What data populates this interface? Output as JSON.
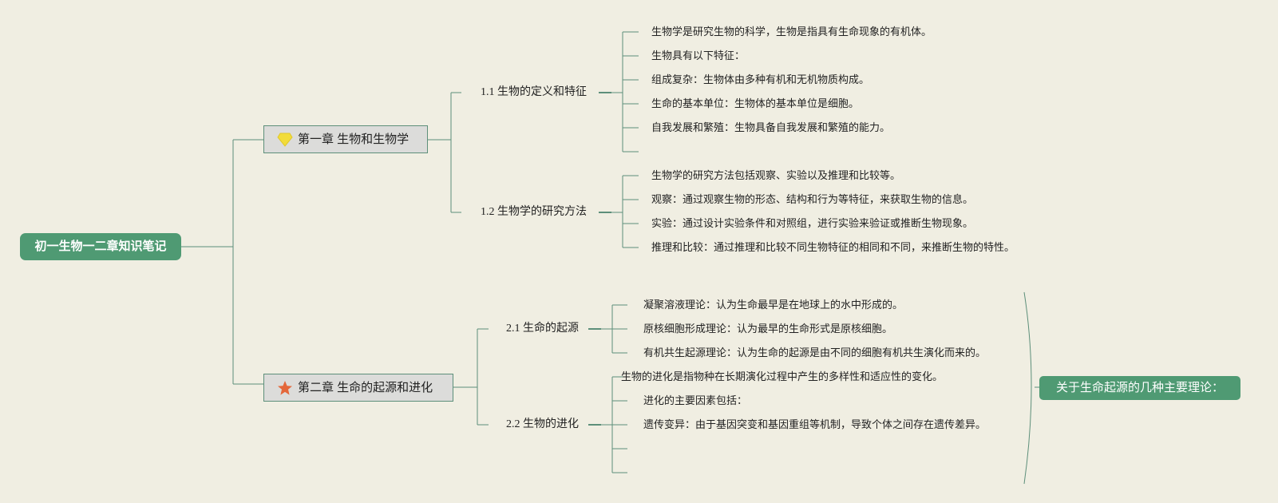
{
  "root": {
    "title": "初一生物一二章知识笔记"
  },
  "chapters": [
    {
      "title": "第一章 生物和生物学",
      "icon": "diamond-icon",
      "sections": [
        {
          "title": "1.1 生物的定义和特征",
          "items": [
            "生物学是研究生物的科学，生物是指具有生命现象的有机体。",
            "生物具有以下特征：",
            "组成复杂：生物体由多种有机和无机物质构成。",
            "生命的基本单位：生物体的基本单位是细胞。",
            "自我发展和繁殖：生物具备自我发展和繁殖的能力。",
            ""
          ]
        },
        {
          "title": "1.2 生物学的研究方法",
          "items": [
            "生物学的研究方法包括观察、实验以及推理和比较等。",
            "观察：通过观察生物的形态、结构和行为等特征，来获取生物的信息。",
            "实验：通过设计实验条件和对照组，进行实验来验证或推断生物现象。",
            "推理和比较：通过推理和比较不同生物特征的相同和不同，来推断生物的特性。"
          ]
        }
      ]
    },
    {
      "title": "第二章 生命的起源和进化",
      "icon": "star-icon",
      "sections": [
        {
          "title": "2.1 生命的起源",
          "items": [
            "凝聚溶液理论：认为生命最早是在地球上的水中形成的。",
            "原核细胞形成理论：认为最早的生命形式是原核细胞。",
            "有机共生起源理论：认为生命的起源是由不同的细胞有机共生演化而来的。"
          ]
        },
        {
          "title": "2.2 生物的进化",
          "items": [
            "生物的进化是指物种在长期演化过程中产生的多样性和适应性的变化。",
            "进化的主要因素包括：",
            "遗传变异：由于基因突变和基因重组等机制，导致个体之间存在遗传差异。",
            "",
            ""
          ]
        }
      ]
    }
  ],
  "summary": {
    "title": "关于生命起源的几种主要理论："
  },
  "colors": {
    "background": "#f0eee2",
    "line": "#5d8f7a",
    "accent": "#4f9a73",
    "chapter_fill": "#dcdcda",
    "diamond": "#f2dc3a",
    "star": "#e4673a"
  }
}
